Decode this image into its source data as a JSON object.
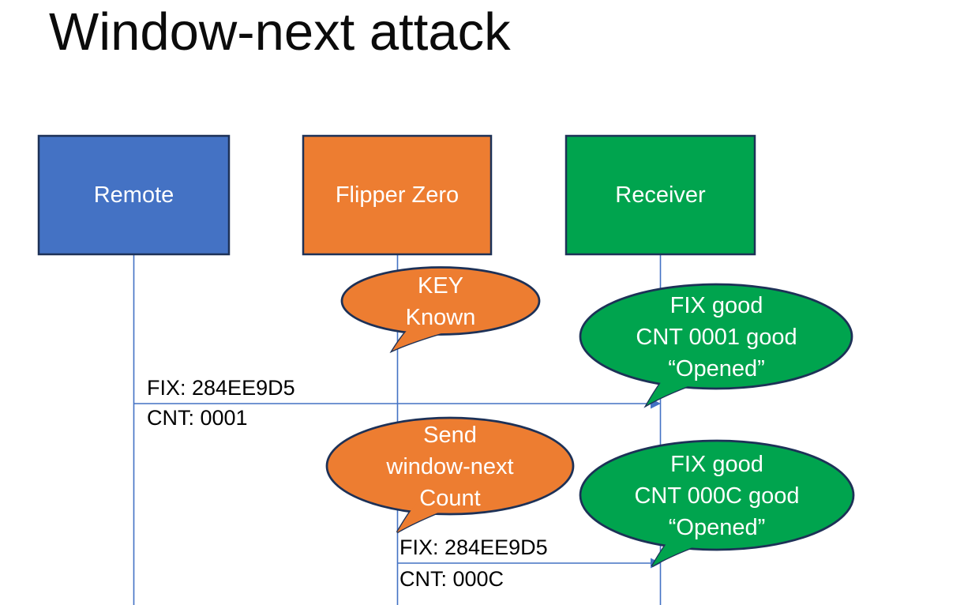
{
  "title": "Window-next attack",
  "colors": {
    "accent_blue": "#4472C4",
    "accent_orange": "#ED7D31",
    "accent_green": "#00A44E",
    "shape_outline": "#1D3157",
    "connector_line": "#4472C4",
    "shape_text": "#FFFFFF",
    "label_text": "#000000",
    "background": "#FFFFFF"
  },
  "actors": [
    {
      "label": "Remote",
      "fill": "#4472C4"
    },
    {
      "label": "Flipper Zero",
      "fill": "#ED7D31"
    },
    {
      "label": "Receiver",
      "fill": "#00A44E"
    }
  ],
  "callouts": [
    {
      "lines": [
        "KEY",
        "Known"
      ],
      "fill": "#ED7D31"
    },
    {
      "lines": [
        "FIX good",
        "CNT 0001 good",
        "“Opened”"
      ],
      "fill": "#00A44E"
    },
    {
      "lines": [
        "Send",
        "window-next",
        "Count"
      ],
      "fill": "#ED7D31"
    },
    {
      "lines": [
        "FIX good",
        "CNT 000C good",
        "“Opened”"
      ],
      "fill": "#00A44E"
    }
  ],
  "messages": [
    {
      "from": "Remote",
      "to": "Receiver",
      "line1": "FIX: 284EE9D5",
      "line2": "CNT: 0001"
    },
    {
      "from": "Flipper Zero",
      "to": "Receiver",
      "line1": "FIX: 284EE9D5",
      "line2": "CNT: 000C"
    }
  ]
}
